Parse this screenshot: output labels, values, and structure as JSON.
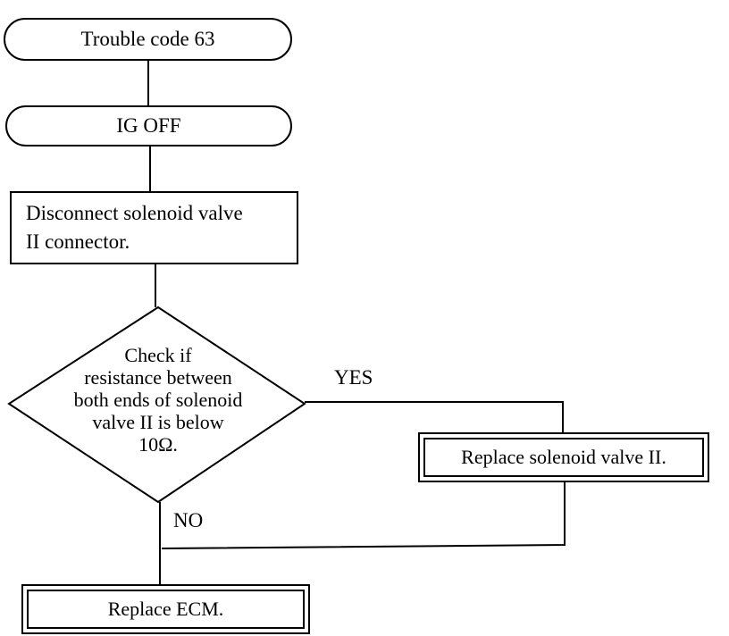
{
  "flowchart": {
    "start": {
      "label": "Trouble code 63"
    },
    "ig_off": {
      "label": "IG OFF"
    },
    "disconnect": {
      "lines": [
        "Disconnect solenoid valve",
        "II connector."
      ]
    },
    "check": {
      "lines": [
        "Check if",
        "resistance between",
        "both ends of solenoid",
        "valve II is below",
        "10Ω."
      ]
    },
    "yes_label": "YES",
    "no_label": "NO",
    "replace_valve": {
      "label": "Replace solenoid valve II."
    },
    "replace_ecm": {
      "label": "Replace ECM."
    }
  }
}
